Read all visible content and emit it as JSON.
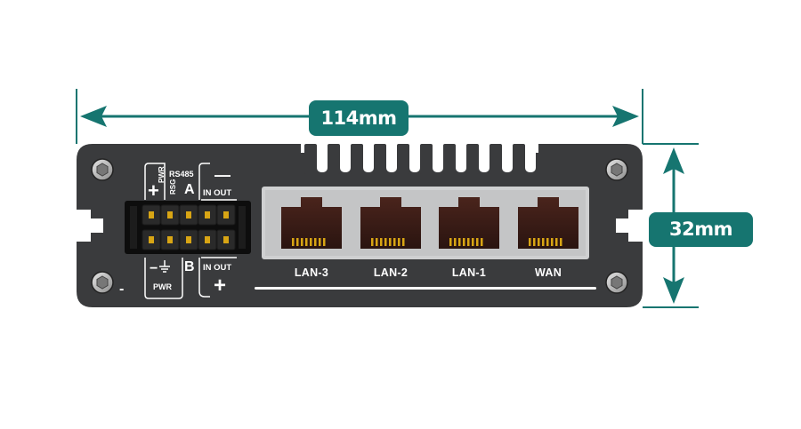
{
  "dimensions": {
    "width": "114mm",
    "height": "32mm"
  },
  "ports": [
    {
      "label": "LAN-3"
    },
    {
      "label": "LAN-2"
    },
    {
      "label": "LAN-1"
    },
    {
      "label": "WAN"
    }
  ],
  "terminal": {
    "pwr_top": "PWR",
    "plus": "+",
    "rs485": "RS485",
    "rsg": "RSG",
    "a": "A",
    "b": "B",
    "minus": "−",
    "pwr_bottom": "PWR",
    "in_out_top": "IN OUT",
    "in_out_bottom": "IN OUT",
    "io_minus": "—",
    "io_plus": "+",
    "chassis_minus": "-"
  },
  "colors": {
    "accent": "#167570",
    "chassis": "#3a3b3d",
    "port_jack": "#3b1e18",
    "contacts": "#d8a514"
  }
}
